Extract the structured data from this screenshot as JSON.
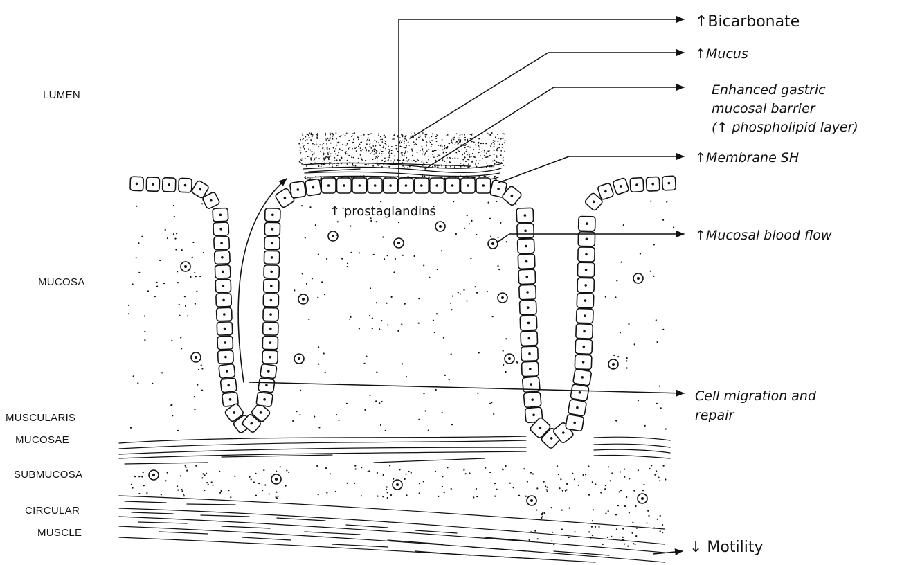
{
  "tissue_labels": {
    "lumen": "LUMEN",
    "mucosa": "MUCOSA",
    "muscularis_line1": "MUSCULARIS",
    "muscularis_line2": "MUCOSAE",
    "submucosa": "SUBMUCOSA",
    "circular_line1": "CIRCULAR",
    "circular_line2": "MUSCLE"
  },
  "inner_labels": {
    "prostaglandins": "↑ prostaglandins"
  },
  "effects": {
    "bicarbonate": "↑Bicarbonate",
    "mucus": "↑Mucus",
    "barrier_line1": "Enhanced gastric",
    "barrier_line2": "mucosal barrier",
    "barrier_line3": "(↑ phospholipid layer)",
    "membrane": "↑Membrane SH",
    "blood_flow": "↑Mucosal blood flow",
    "migration_line1": "Cell migration and",
    "migration_line2": "repair",
    "motility": "↓ Motility"
  },
  "colors": {
    "ink": "#111111",
    "background": "#ffffff"
  }
}
